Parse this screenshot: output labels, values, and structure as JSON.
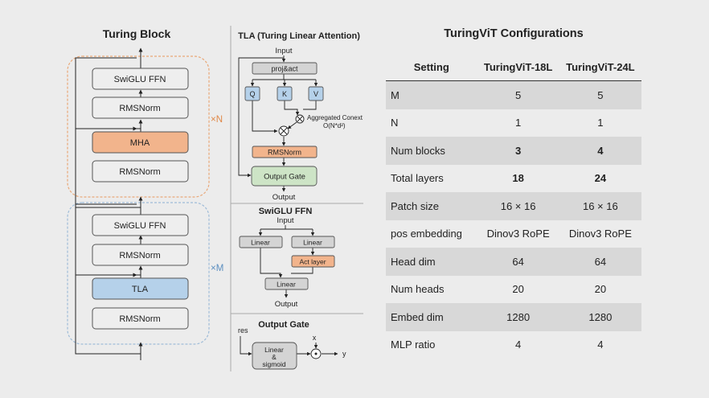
{
  "turing_block": {
    "title": "Turing Block",
    "top_group": {
      "repeat": "×N",
      "layers": [
        "SwiGLU FFN",
        "RMSNorm",
        "MHA",
        "RMSNorm"
      ]
    },
    "bottom_group": {
      "repeat": "×M",
      "layers": [
        "SwiGLU FFN",
        "RMSNorm",
        "TLA",
        "RMSNorm"
      ]
    },
    "colors": {
      "mha": "#f2b48c",
      "tla": "#b5d1ea",
      "top_border": "#e9a878",
      "bottom_border": "#9fbcd8"
    }
  },
  "tla": {
    "title": "TLA (Turing Linear Attention)",
    "input": "Input",
    "proj": "proj&act",
    "q": "Q",
    "k": "K",
    "v": "V",
    "context_line1": "Aggregated Conext",
    "context_line2": "O(N*d²)",
    "rmsnorm": "RMSNorm",
    "gate": "Output Gate",
    "output": "Output"
  },
  "swiglu": {
    "title": "SwiGLU FFN",
    "input": "Input",
    "linear_left": "Linear",
    "linear_right": "Linear",
    "act": "Act layer",
    "linear_out": "Linear",
    "output": "Output"
  },
  "output_gate": {
    "title": "Output Gate",
    "res": "res",
    "box_line1": "Linear",
    "box_line2": "&",
    "box_line3": "sigmoid",
    "x": "x",
    "y": "y"
  },
  "configs": {
    "title": "TuringViT Configurations",
    "headers": [
      "Setting",
      "TuringViT-18L",
      "TuringViT-24L"
    ],
    "rows": [
      {
        "setting": "M",
        "v18": "5",
        "v24": "5",
        "bold": false
      },
      {
        "setting": "N",
        "v18": "1",
        "v24": "1",
        "bold": false
      },
      {
        "setting": "Num blocks",
        "v18": "3",
        "v24": "4",
        "bold": true
      },
      {
        "setting": "Total layers",
        "v18": "18",
        "v24": "24",
        "bold": true
      },
      {
        "setting": "Patch size",
        "v18": "16 × 16",
        "v24": "16 × 16",
        "bold": false
      },
      {
        "setting": "pos embedding",
        "v18": "Dinov3 RoPE",
        "v24": "Dinov3 RoPE",
        "bold": false
      },
      {
        "setting": "Head dim",
        "v18": "64",
        "v24": "64",
        "bold": false
      },
      {
        "setting": "Num heads",
        "v18": "20",
        "v24": "20",
        "bold": false
      },
      {
        "setting": "Embed dim",
        "v18": "1280",
        "v24": "1280",
        "bold": false
      },
      {
        "setting": "MLP ratio",
        "v18": "4",
        "v24": "4",
        "bold": false
      }
    ]
  }
}
